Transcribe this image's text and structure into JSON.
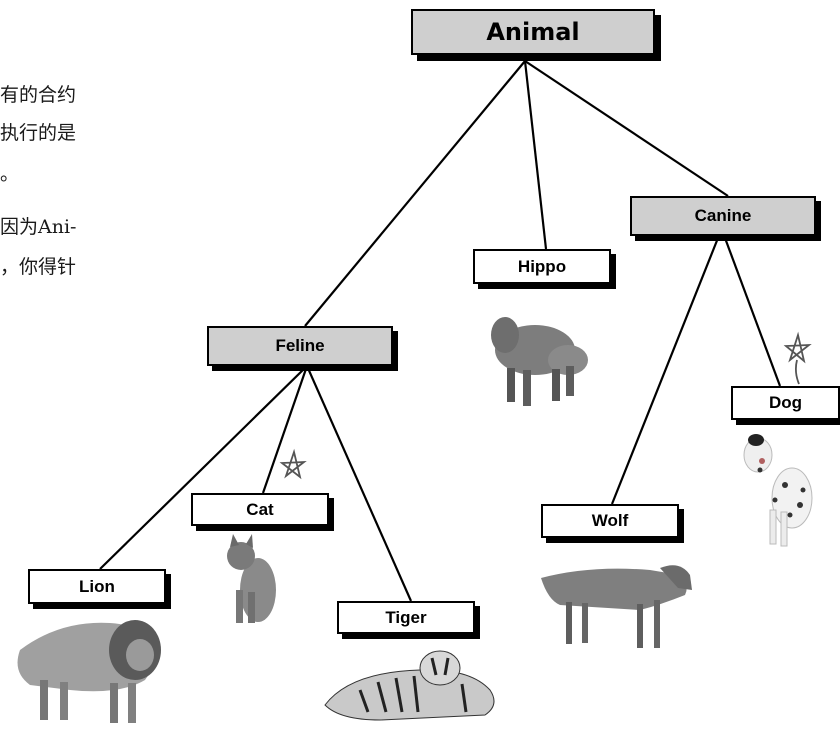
{
  "side_text": {
    "line1": "有的合约",
    "line2": "执行的是",
    "line3": "。",
    "line4": "因为Ani-",
    "line5": "，你得针"
  },
  "nodes": {
    "animal": "Animal",
    "canine": "Canine",
    "hippo": "Hippo",
    "feline": "Feline",
    "dog": "Dog",
    "cat": "Cat",
    "wolf": "Wolf",
    "lion": "Lion",
    "tiger": "Tiger"
  },
  "colors": {
    "abstract_box": "#cfcfcf",
    "concrete_box": "#ffffff",
    "line": "#000000",
    "star": "#555555"
  },
  "icons": {
    "hippo": "hippo-image",
    "dog": "dalmatian-dog-image",
    "cat": "cat-image",
    "wolf": "wolf-image",
    "lion": "lion-image",
    "tiger": "tiger-image",
    "star": "hand-drawn-star-icon"
  }
}
